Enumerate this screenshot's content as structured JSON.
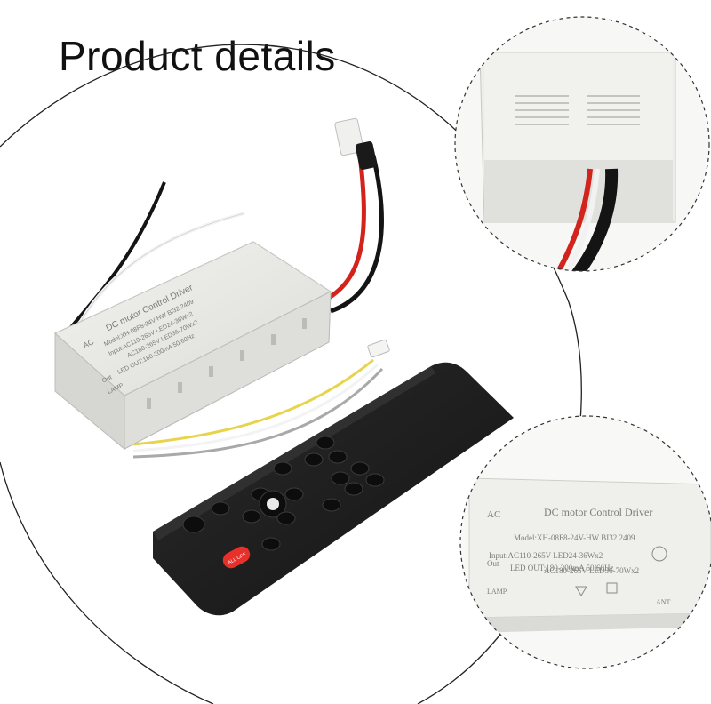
{
  "title": "Product details",
  "driver_label": {
    "ac": "AC",
    "heading": "DC motor Control Driver",
    "model": "Model:XH-08F8-24V-HW  BI32  2409",
    "input1": "Input:AC110-265V LED24-36Wx2",
    "input2": "AC180-265V LED36-70Wx2",
    "led_out": "LED OUT:180-200mA  50/60Hz",
    "lamp": "LAMP",
    "out": "Out",
    "ant": "ANT"
  },
  "remote": {
    "power_label": "ALL OFF"
  },
  "colors": {
    "background": "#ffffff",
    "driver_body": "#e9e9e6",
    "remote_body": "#1e1e1e",
    "power_button": "#e8302a",
    "wire_red": "#d2231c",
    "wire_black": "#141414"
  }
}
